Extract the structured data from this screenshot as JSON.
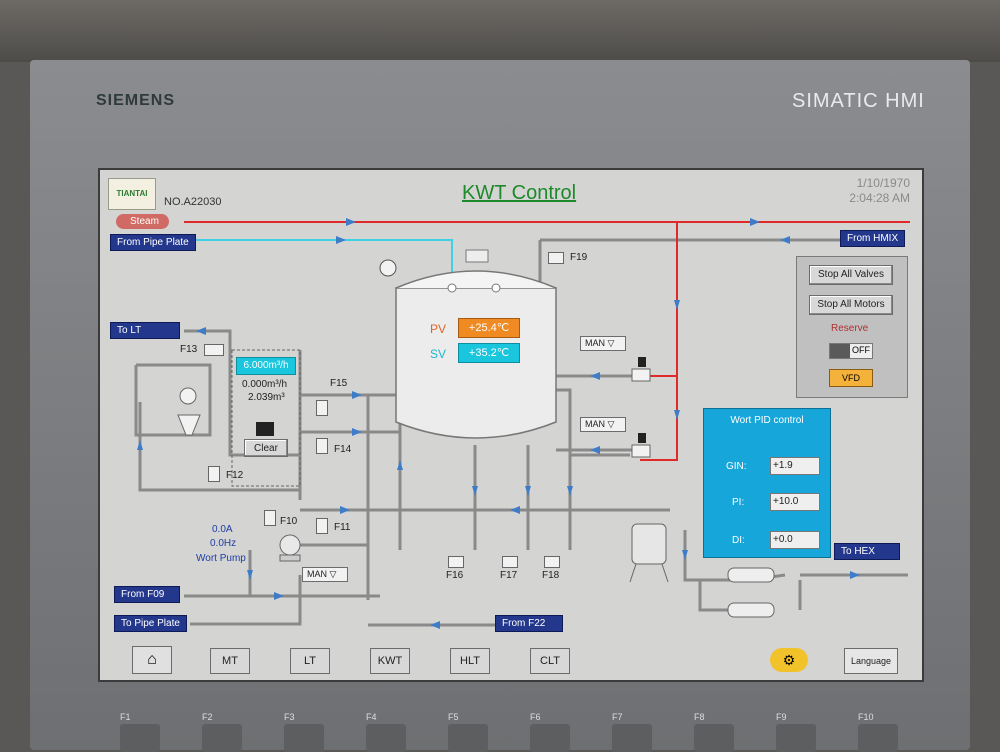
{
  "device": {
    "brand": "SIEMENS",
    "model": "SIMATIC HMI"
  },
  "header": {
    "logo_text": "TIANTAI",
    "plate_no": "NO.A22030",
    "title": "KWT Control",
    "date": "1/10/1970",
    "time": "2:04:28 AM"
  },
  "nav_labels": {
    "steam": "Steam",
    "from_pipe_plate": "From Pipe Plate",
    "from_hmix": "From HMIX",
    "to_lt": "To LT",
    "from_f09": "From F09",
    "to_pipe_plate": "To Pipe Plate",
    "from_f22": "From F22",
    "to_hex": "To HEX"
  },
  "tank": {
    "pv_label": "PV",
    "pv_value": "+25.4℃",
    "sv_label": "SV",
    "sv_value": "+35.2℃"
  },
  "flowmeter": {
    "setpoint": "6.000m³/h",
    "rate": "0.000m³/h",
    "total": "2.039m³",
    "clear_label": "Clear"
  },
  "valves": {
    "f13": "F13",
    "f19": "F19",
    "f15": "F15",
    "f14": "F14",
    "f12": "F12",
    "f10": "F10",
    "f11": "F11",
    "f16": "F16",
    "f17": "F17",
    "f18": "F18"
  },
  "man_modes": {
    "valve_1": "MAN",
    "valve_2": "MAN",
    "pump": "MAN"
  },
  "pump": {
    "current": "0.0A",
    "frequency": "0.0Hz",
    "label": "Wort Pump"
  },
  "control_panel": {
    "stop_valves": "Stop All Valves",
    "stop_motors": "Stop All Motors",
    "reserve": "Reserve",
    "toggle_state": "OFF",
    "vfd": "VFD"
  },
  "pid": {
    "title": "Wort PID control",
    "gin_label": "GIN:",
    "gin_value": "+1.9",
    "pi_label": "PI:",
    "pi_value": "+10.0",
    "di_label": "DI:",
    "di_value": "+0.0"
  },
  "bottom_nav": {
    "mt": "MT",
    "lt": "LT",
    "kwt": "KWT",
    "hlt": "HLT",
    "clt": "CLT",
    "language": "Language"
  },
  "fkeys": [
    "F1",
    "F2",
    "F3",
    "F4",
    "F5",
    "F6",
    "F7",
    "F8",
    "F9",
    "F10"
  ],
  "colors": {
    "steam_line": "#e02a2a",
    "water_line": "#3fd0e6",
    "pipe": "#8a8a8a",
    "nav_blue": "#23388c",
    "pid_panel": "#17a6d9"
  }
}
